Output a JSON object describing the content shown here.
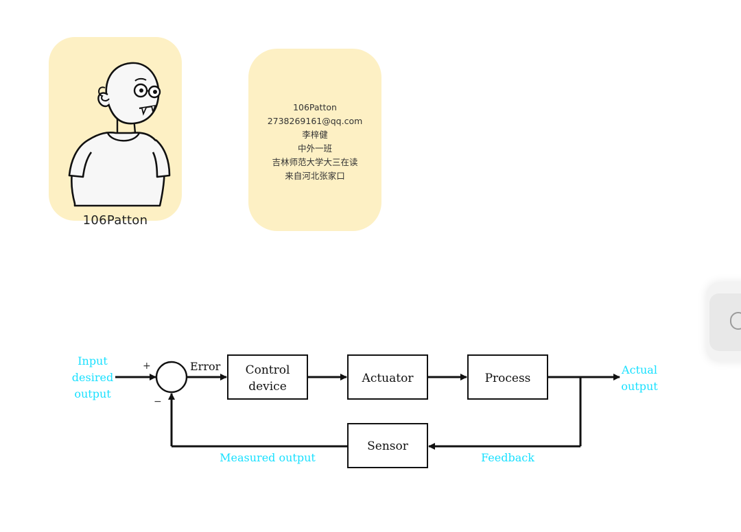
{
  "profile": {
    "avatar_name": "106Patton"
  },
  "info_card": {
    "lines": [
      "106Patton",
      "2738269161@qq.com",
      "李梓健",
      "中外一班",
      "吉林师范大学大三在读",
      "来自河北张家口"
    ]
  },
  "diagram": {
    "input_label": [
      "Input",
      "desired",
      "output"
    ],
    "plus_sign": "+",
    "minus_sign": "−",
    "error_label": "Error",
    "blocks": {
      "control_device": [
        "Control",
        "device"
      ],
      "actuator": "Actuator",
      "process": "Process",
      "sensor": "Sensor"
    },
    "output_label": [
      "Actual",
      "output"
    ],
    "measured_output_label": "Measured output",
    "feedback_label": "Feedback"
  },
  "colors": {
    "card_background": "#fdf0c4",
    "signal_label": "#19e0ff",
    "line": "#111111"
  },
  "icons": {
    "side_widget": "circle-icon"
  }
}
